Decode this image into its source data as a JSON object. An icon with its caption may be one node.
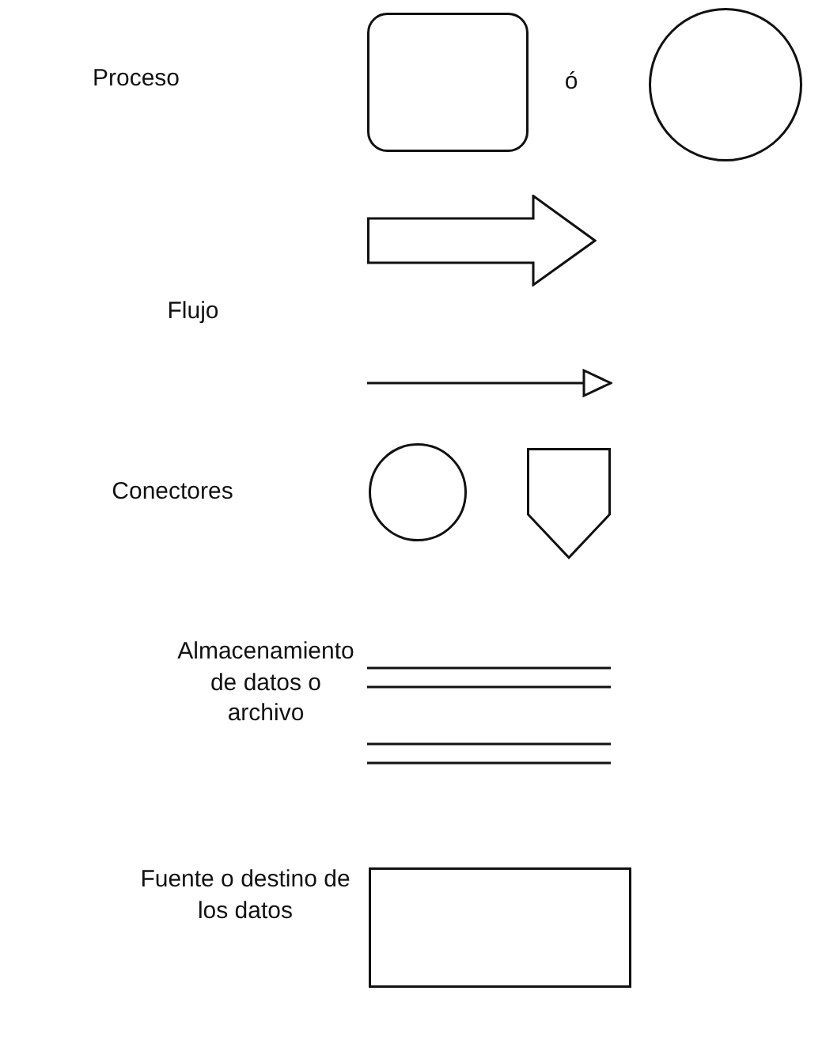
{
  "diagram": {
    "nodes": [
      {
        "text": [],
        "shape": "box"
      },
      {
        "text": [],
        "shape": "circle"
      },
      {
        "text": [],
        "shape": "circle"
      },
      {
        "text": [],
        "shape": "pentagon"
      },
      {
        "text": [],
        "shape": "lines"
      },
      {
        "text": [],
        "shape": "box"
      }
    ],
    "labels": [
      "Proceso",
      "ó",
      "Flujo",
      "Conectores",
      "Almacenamiento de datos o archivo",
      "Fuente o destino de los datos"
    ]
  }
}
